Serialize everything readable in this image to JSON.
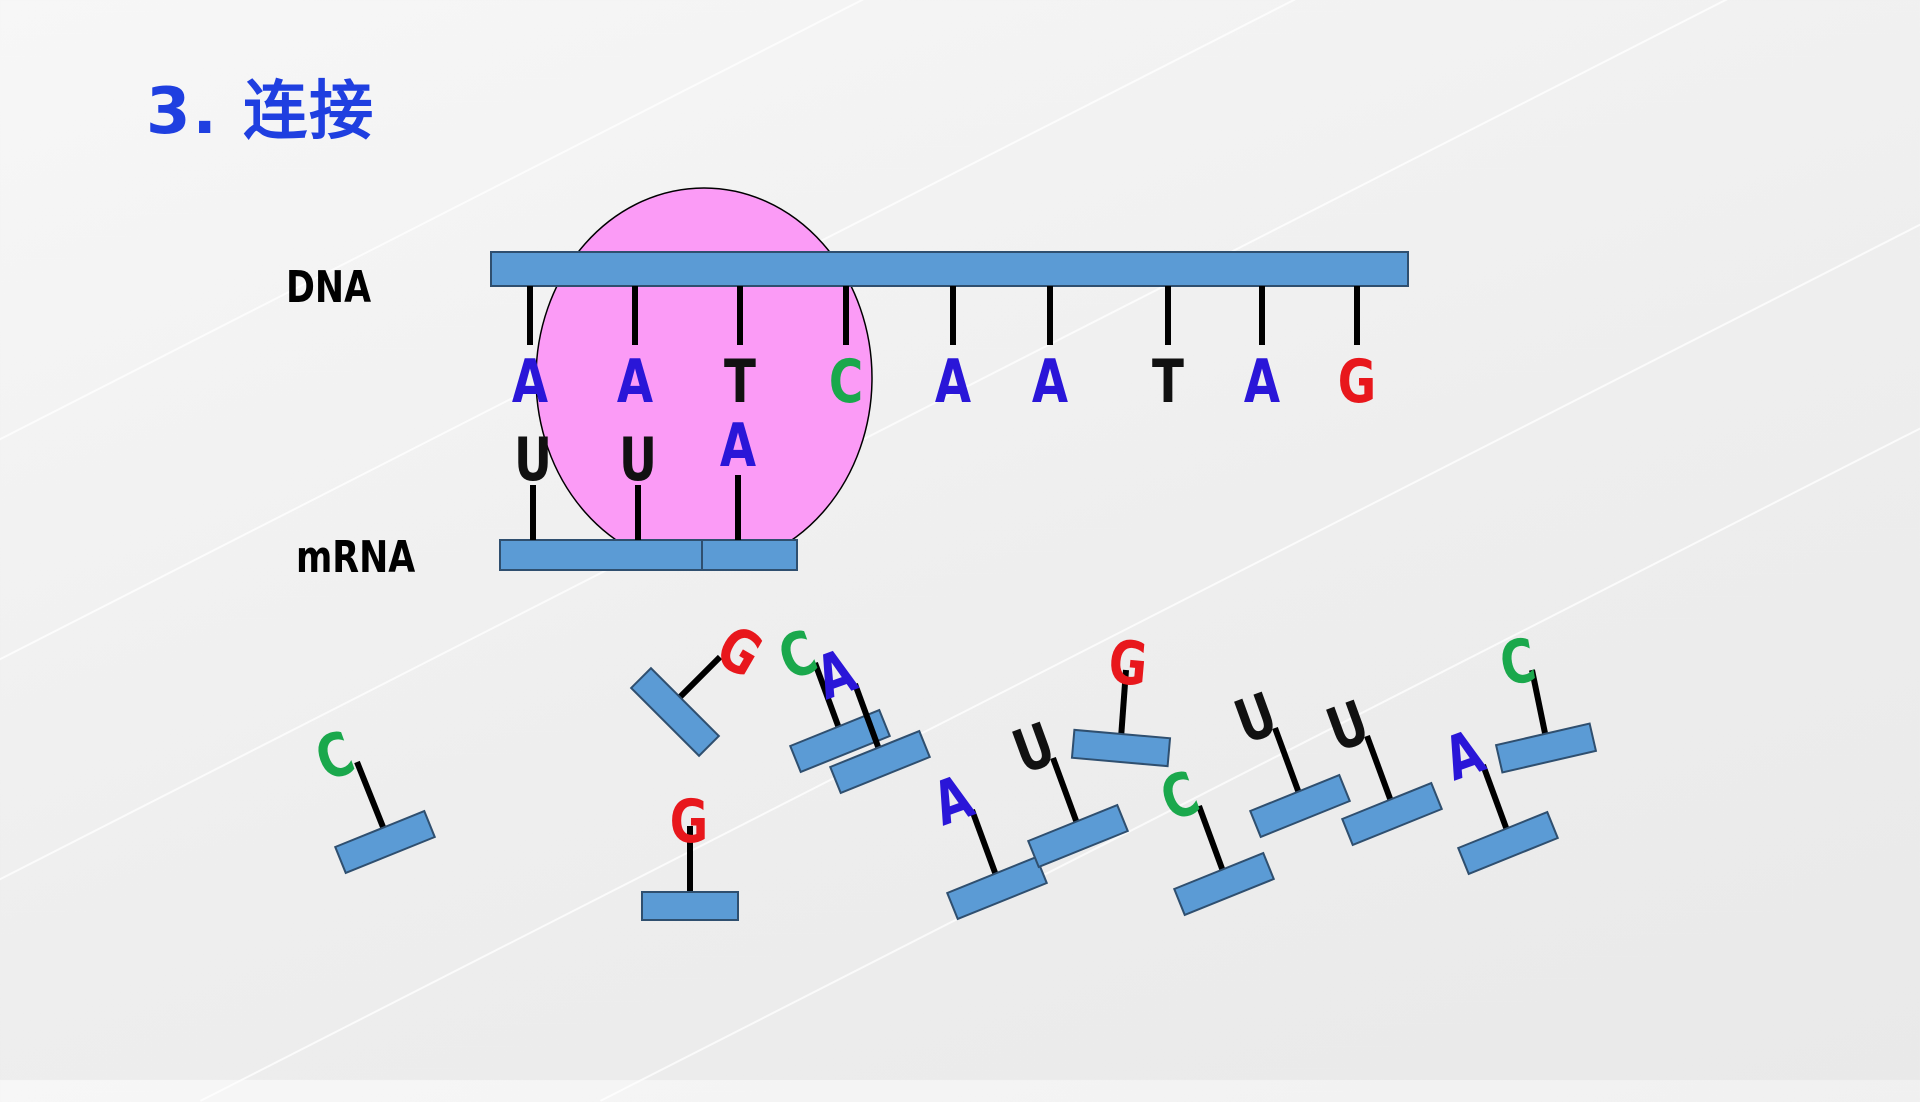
{
  "slide": {
    "title": "3. 连接"
  },
  "labels": {
    "dna": "DNA",
    "mrna": "mRNA"
  },
  "colors": {
    "A": "#2a16d8",
    "T": "#111111",
    "U": "#111111",
    "C": "#1aa84c",
    "G": "#e8171c",
    "strand": "#5b9bd5",
    "enzyme": "#fb9bf6",
    "title": "#1f3fe0"
  },
  "dna_bases": [
    "A",
    "A",
    "T",
    "C",
    "A",
    "A",
    "T",
    "A",
    "G"
  ],
  "mrna_bases": [
    "U",
    "U",
    "A"
  ],
  "free_nucleotides": [
    "C",
    "G",
    "G",
    "C",
    "A",
    "A",
    "U",
    "G",
    "C",
    "U",
    "U",
    "A",
    "C"
  ]
}
